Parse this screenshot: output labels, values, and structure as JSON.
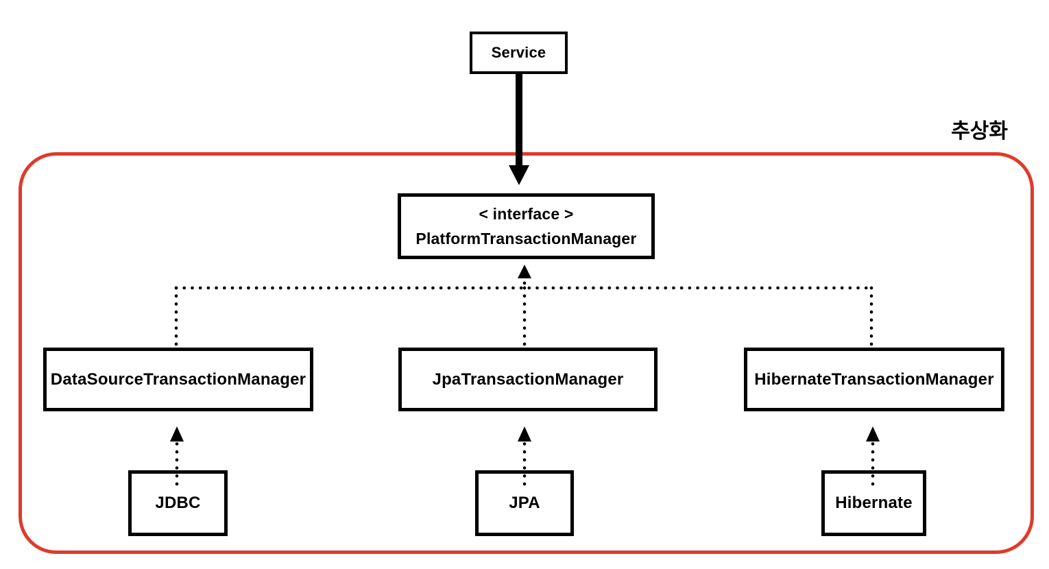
{
  "diagram": {
    "abstraction_label": "추상화",
    "service": {
      "label": "Service"
    },
    "interface": {
      "stereotype": "< interface >",
      "name": "PlatformTransactionManager"
    },
    "implementations": [
      {
        "name": "DataSourceTransactionManager",
        "technology": "JDBC"
      },
      {
        "name": "JpaTransactionManager",
        "technology": "JPA"
      },
      {
        "name": "HibernateTransactionManager",
        "technology": "Hibernate"
      }
    ],
    "colors": {
      "abstraction_outline": "#de3b2b",
      "box_outline": "#000000",
      "text": "#000000",
      "background": "#ffffff"
    }
  }
}
